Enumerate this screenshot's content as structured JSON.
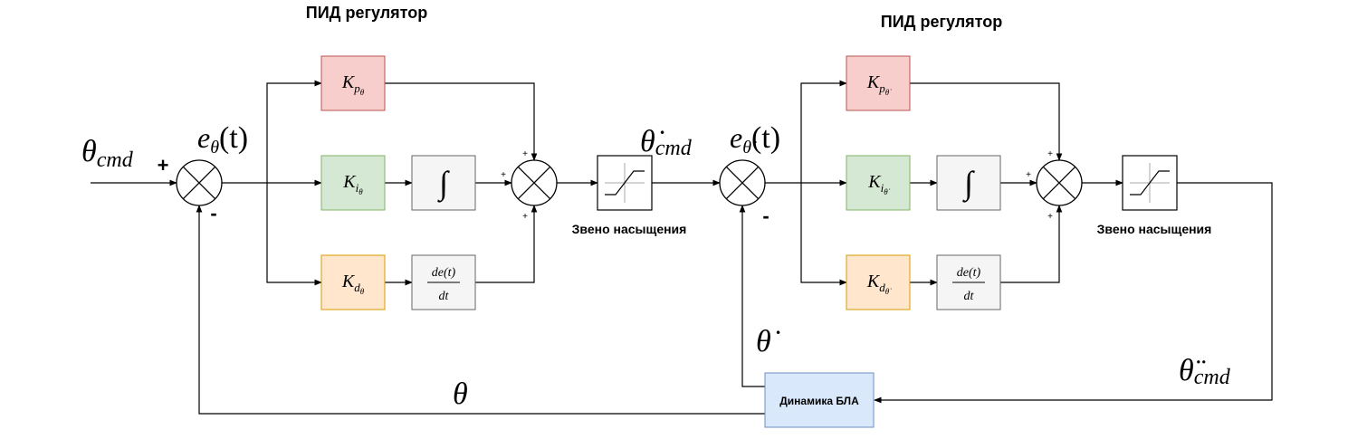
{
  "colors": {
    "kp": "#f8cecc",
    "kp_border": "#b85450",
    "ki": "#d5e8d4",
    "ki_border": "#82b366",
    "kd": "#ffe6cc",
    "kd_border": "#d79b00",
    "op": "#f5f5f5",
    "op_border": "#666666",
    "plant": "#dae8fc",
    "plant_border": "#6c8ebf"
  },
  "pid1": {
    "title": "ПИД регулятор",
    "kp": {
      "base": "K",
      "sub": "p",
      "subsub": "θ"
    },
    "ki": {
      "base": "K",
      "sub": "i",
      "subsub": "θ"
    },
    "kd": {
      "base": "K",
      "sub": "d",
      "subsub": "θ"
    },
    "integral": "∫",
    "deriv_num": "de(t)",
    "deriv_den": "dt",
    "sum_plus_top": "+",
    "sum_plus_left": "+",
    "sum_plus_bottom": "+"
  },
  "pid2": {
    "title": "ПИД регулятор",
    "kp": {
      "base": "K",
      "sub": "p",
      "subsub": "θ̇"
    },
    "ki": {
      "base": "K",
      "sub": "i",
      "subsub": "θ̇"
    },
    "kd": {
      "base": "K",
      "sub": "d",
      "subsub": "θ̇"
    },
    "integral": "∫",
    "deriv_num": "de(t)",
    "deriv_den": "dt",
    "sum_plus_top": "+",
    "sum_plus_left": "+",
    "sum_plus_bottom": "+"
  },
  "signals": {
    "input": {
      "base": "θ",
      "sub": "cmd"
    },
    "err1": {
      "base": "e",
      "sub": "θ",
      "arg": "(t)"
    },
    "sat1_out": {
      "base": "θ̇",
      "sub": "cmd"
    },
    "err2": {
      "base": "e",
      "sub": "θ̇",
      "arg": "(t)"
    },
    "sat2_out": {
      "base": "θ̈",
      "sub": "cmd"
    },
    "theta_dot": "θ̇",
    "theta": "θ"
  },
  "sum1": {
    "plus": "+",
    "minus": "-"
  },
  "sum2": {
    "minus": "-"
  },
  "saturation1": {
    "label": "Звено насыщения"
  },
  "saturation2": {
    "label": "Звено насыщения"
  },
  "plant": {
    "label": "Динамика БЛА"
  }
}
